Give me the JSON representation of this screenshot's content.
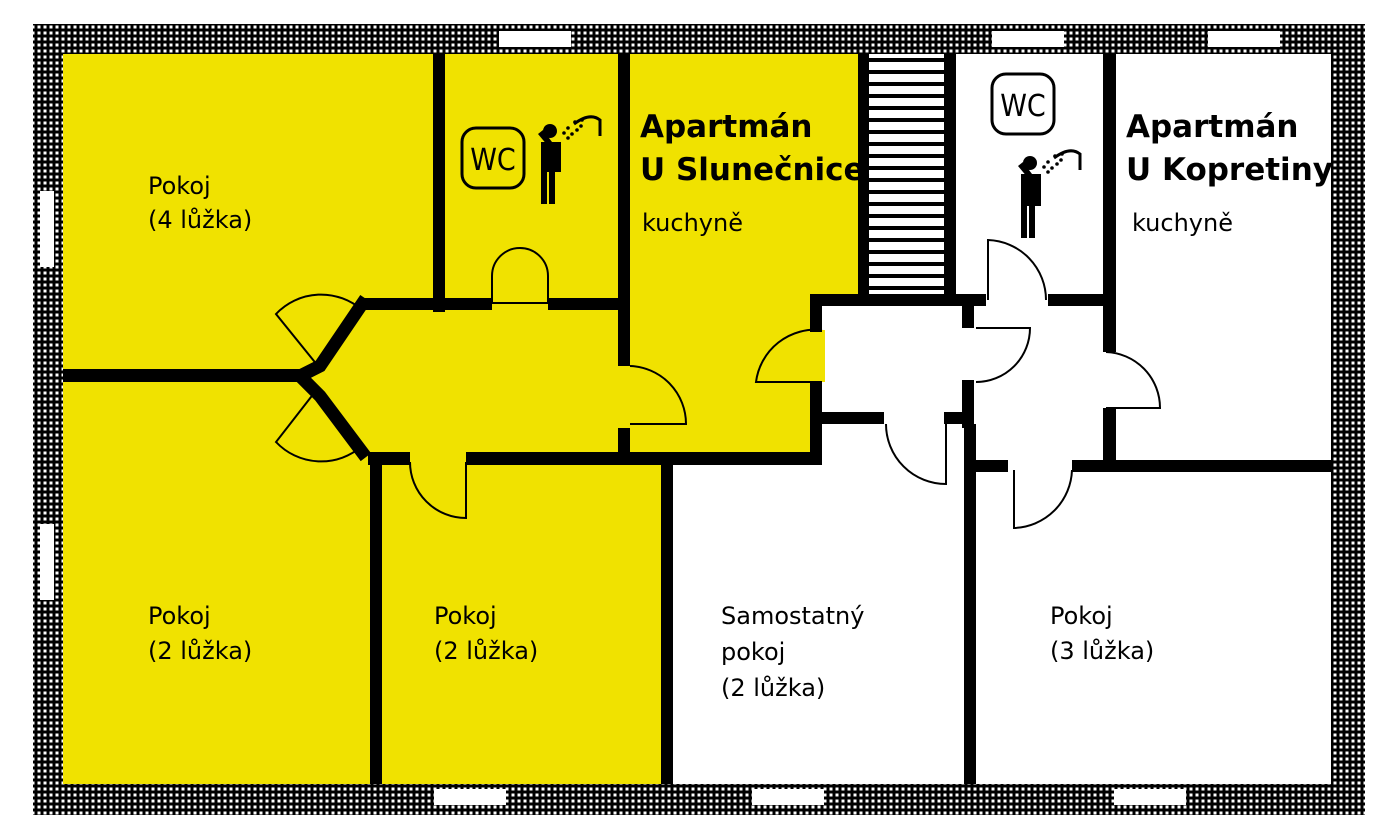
{
  "colors": {
    "yellow": "#f0e200",
    "white": "#ffffff",
    "wall": "#000000"
  },
  "apartments": {
    "slunecnice": {
      "title_1": "Apartmán",
      "title_2": "U Slunečnice",
      "kitchen": "kuchyně",
      "wc": "WC"
    },
    "kopretiny": {
      "title_1": "Apartmán",
      "title_2": "U Kopretiny",
      "kitchen": "kuchyně",
      "wc": "WC"
    }
  },
  "rooms": {
    "room_4beds": {
      "line1": "Pokoj",
      "line2": "(4 lůžka)"
    },
    "room_2beds_left": {
      "line1": "Pokoj",
      "line2": "(2 lůžka)"
    },
    "room_2beds_middle": {
      "line1": "Pokoj",
      "line2": "(2 lůžka)"
    },
    "room_separate": {
      "line1": "Samostatný",
      "line2": "pokoj",
      "line3": "(2 lůžka)"
    },
    "room_3beds": {
      "line1": "Pokoj",
      "line2": "(3 lůžka)"
    }
  },
  "icons": [
    "wc-icon",
    "shower-icon",
    "stairs-icon"
  ]
}
